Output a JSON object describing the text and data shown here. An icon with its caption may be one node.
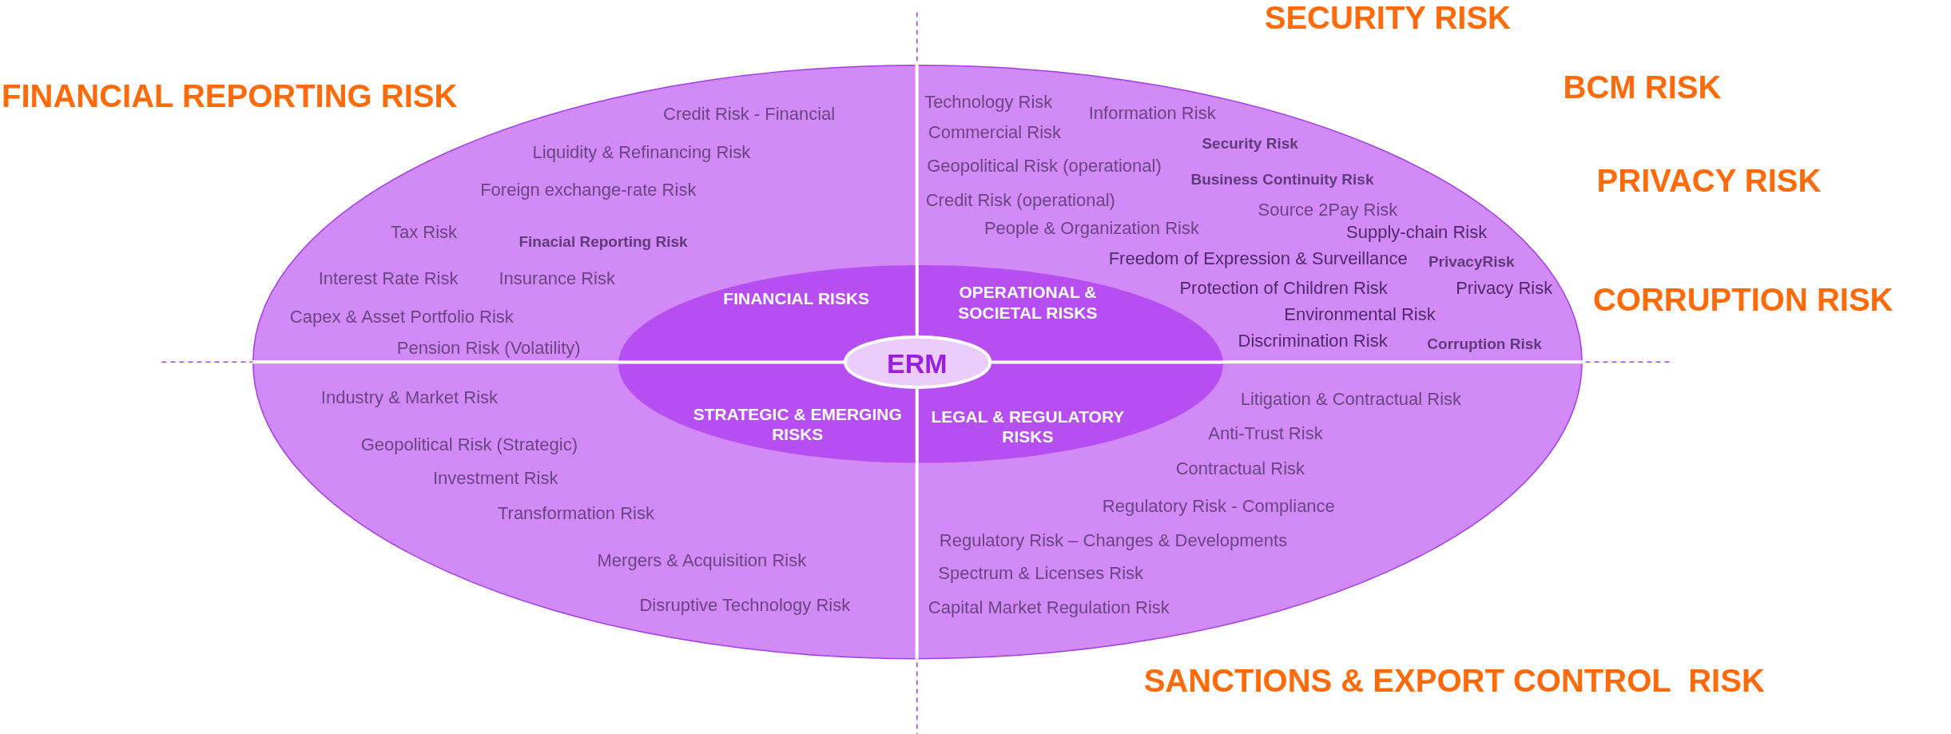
{
  "diagram": {
    "nodes": [
      {
        "text": [
          "Credit Risk - Financial",
          "Liquidity & Refinancing Risk",
          "Foreign exchange-rate Risk",
          "Tax Risk",
          "Finacial Reporting Risk",
          "Interest Rate Risk",
          "Insurance Risk",
          "Capex & Asset Portfolio Risk",
          "Pension Risk (Volatility)",
          "Technology Risk",
          "Information Risk",
          "Commercial Risk",
          "Security Risk",
          "Geopolitical Risk (operational)",
          "Business Continuity Risk",
          "Credit Risk (operational)",
          "Source 2Pay Risk",
          "People & Organization Risk",
          "Supply-chain Risk",
          "Freedom of Expression & Surveillance",
          "PrivacyRisk",
          "Protection of Children Risk",
          "Privacy Risk",
          "Environmental Risk",
          "Discrimination Risk",
          "Corruption Risk",
          "Industry & Market Risk",
          "Geopolitical Risk (Strategic)",
          "Investment Risk",
          "Transformation Risk",
          "Mergers & Acquisition Risk",
          "Disruptive Technology Risk",
          "Litigation & Contractual Risk",
          "Anti-Trust Risk",
          "Contractual Risk",
          "Regulatory Risk - Compliance",
          "Regulatory Risk – Changes & Developments",
          "Spectrum & Licenses Risk",
          "Capital Market Regulation Risk"
        ]
      },
      {
        "text": [
          "FINANCIAL RISKS",
          "OPERATIONAL & SOCIETAL RISKS",
          "STRATEGIC & EMERGING RISKS",
          "LEGAL & REGULATORY RISKS"
        ],
        "in": 0
      },
      {
        "text": [
          "ERM"
        ],
        "in": 1
      }
    ],
    "labels": [
      "SECURITY RISK",
      "FINANCIAL REPORTING RISK",
      "BCM RISK",
      "PRIVACY RISK",
      "CORRUPTION RISK",
      "SANCTIONS & EXPORT CONTROL  RISK"
    ]
  }
}
